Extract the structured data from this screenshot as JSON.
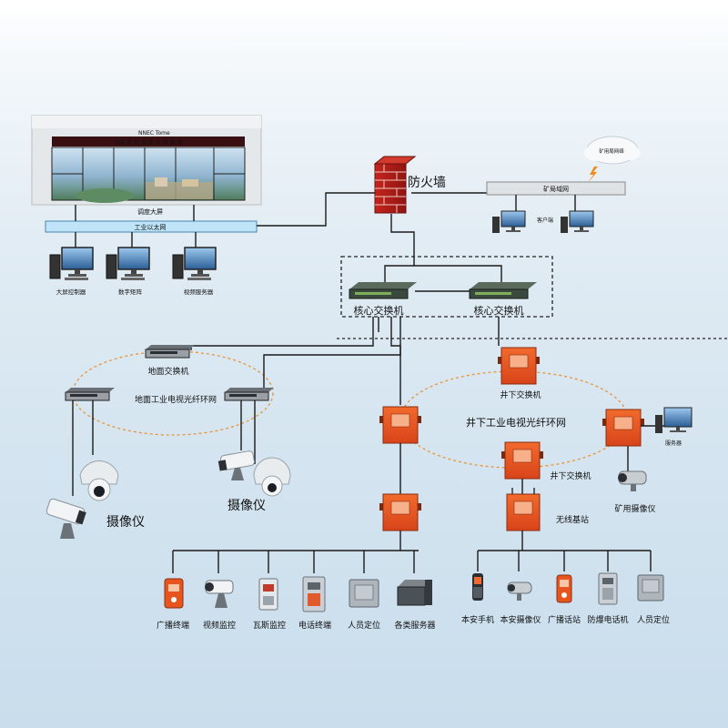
{
  "video_wall": {
    "wall_header_label": "NNEC Tome",
    "wall_banner": "环境 监 控 设 备 在 线 管 理",
    "dispatch_label": "调度大屏"
  },
  "ethernet_bar_label": "工业以太网",
  "control_room_pcs": [
    {
      "label": "大屏控制器"
    },
    {
      "label": "数字矩阵"
    },
    {
      "label": "视频服务器"
    }
  ],
  "firewall_label": "防火墙",
  "mine_wan": {
    "cloud_label": "矿用局网络",
    "bar_label": "矿局域网",
    "client_label": "客户端"
  },
  "core_switches": [
    {
      "label": "核心交换机"
    },
    {
      "label": "核心交换机"
    }
  ],
  "surface_ring": {
    "switch_label": "地面交换机",
    "ring_label": "地面工业电视光纤环网",
    "camera_label_left": "摄像仪",
    "camera_label_right": "摄像仪"
  },
  "underground_ring": {
    "ring_label": "井下工业电视光纤环网",
    "switch_top_label": "井下交换机",
    "switch_bottom_label": "井下交换机",
    "server_label": "服务器",
    "mine_camera_label": "矿用摄像仪",
    "wireless_label": "无线基站"
  },
  "bottom_left_devices": [
    {
      "label": "广播终端",
      "icon": "broadcast-terminal-icon"
    },
    {
      "label": "视频监控",
      "icon": "cctv-camera-icon"
    },
    {
      "label": "瓦斯监控",
      "icon": "gas-monitor-icon"
    },
    {
      "label": "电话终端",
      "icon": "telephone-terminal-icon"
    },
    {
      "label": "人员定位",
      "icon": "personnel-locator-icon"
    },
    {
      "label": "各类服务器",
      "icon": "server-icon"
    }
  ],
  "bottom_right_devices": [
    {
      "label": "本安手机",
      "icon": "safety-phone-icon"
    },
    {
      "label": "本安摄像仪",
      "icon": "safety-camera-icon"
    },
    {
      "label": "广播话站",
      "icon": "broadcast-station-icon"
    },
    {
      "label": "防爆电话机",
      "icon": "explosion-proof-phone-icon"
    },
    {
      "label": "人员定位",
      "icon": "personnel-locator-icon"
    }
  ],
  "colors": {
    "ring": "#e8953a",
    "node_orange": "#e8541e",
    "wire": "#1a1a1a",
    "sky": "#d7e6f1"
  }
}
